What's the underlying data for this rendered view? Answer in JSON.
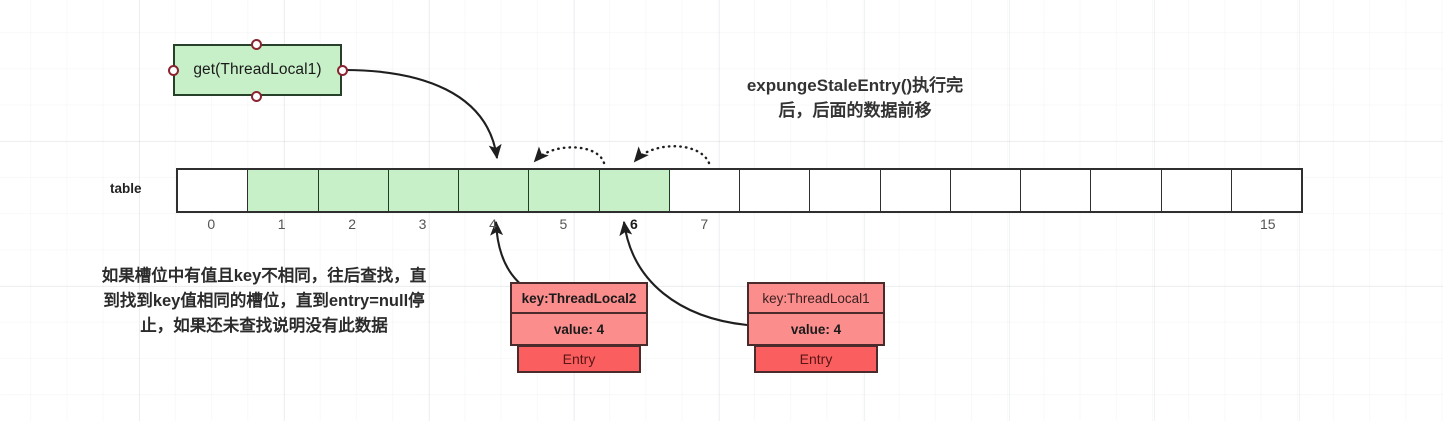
{
  "heading": {
    "line1": "expungeStaleEntry()执行完",
    "line2": "后，后面的数据前移"
  },
  "action_box": {
    "label": "get(ThreadLocal1)",
    "fill_color": "#c7f0c8",
    "border_color": "#27402a",
    "connector_color": "#8a2430"
  },
  "table": {
    "label": "table",
    "slot_count": 16,
    "filled_slots": [
      1,
      2,
      3,
      4,
      5,
      6
    ],
    "empty_slots": [
      0,
      7,
      8,
      9,
      10,
      11,
      12,
      13,
      14,
      15
    ],
    "index_labels": [
      "0",
      "1",
      "2",
      "3",
      "4",
      "5",
      "6",
      "7",
      "",
      "",
      "",
      "",
      "",
      "",
      "",
      "15"
    ],
    "emphasized_index": "6",
    "filled_color": "#c7f0c8",
    "empty_color": "#ffffff",
    "border_color": "#2f2f2f"
  },
  "shift_arrows": {
    "description": "dotted arcs showing data shifting left",
    "arcs": [
      {
        "from_index": 6,
        "to_index": 5
      },
      {
        "from_index": 7,
        "to_index": 6
      }
    ]
  },
  "note": {
    "line1": "如果槽位中有值且key不相同，往后查找，直",
    "line2": "到找到key值相同的槽位，直到entry=null停",
    "line3": "止，如果还未查找说明没有此数据"
  },
  "entries": [
    {
      "key": "key:ThreadLocal2",
      "value": "value: 4",
      "type": "Entry",
      "key_bold": true,
      "points_to_index": 4,
      "fill_color": "#fb8d8d",
      "footer_color": "#fb5e5e"
    },
    {
      "key": "key:ThreadLocal1",
      "value": "value: 4",
      "type": "Entry",
      "key_bold": false,
      "points_to_index": 6,
      "fill_color": "#fb8d8d",
      "footer_color": "#fb5e5e"
    }
  ],
  "lookup_arrow": {
    "from": "action_box right connector",
    "to_index": 4
  }
}
